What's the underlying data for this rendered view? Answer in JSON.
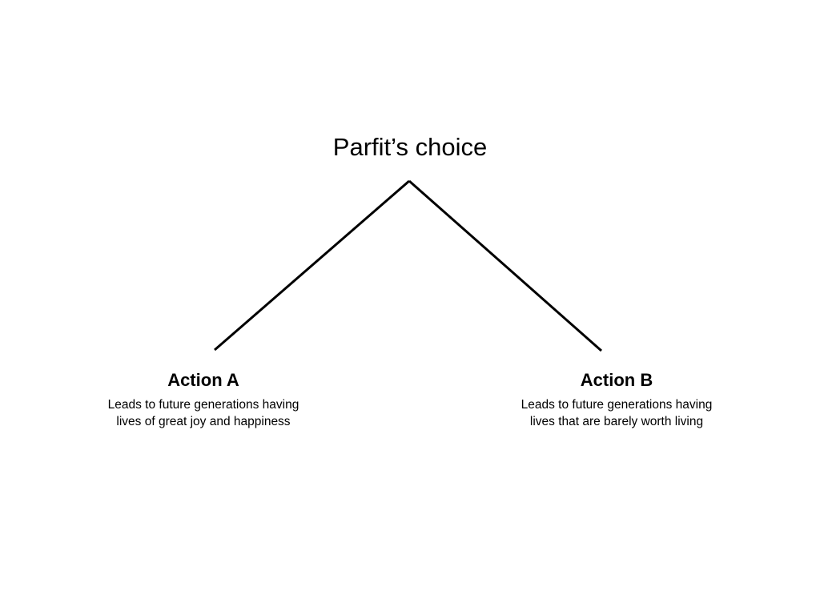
{
  "diagram": {
    "title": "Parfit’s choice",
    "branches": [
      {
        "label": "Action A",
        "description_lines": [
          "Leads to future generations having",
          "lives of great joy and happiness"
        ]
      },
      {
        "label": "Action B",
        "description_lines": [
          "Leads to future generations having",
          "lives that are barely worth living"
        ]
      }
    ],
    "colors": {
      "line": "#000000",
      "text": "#000000",
      "background": "#ffffff"
    }
  }
}
